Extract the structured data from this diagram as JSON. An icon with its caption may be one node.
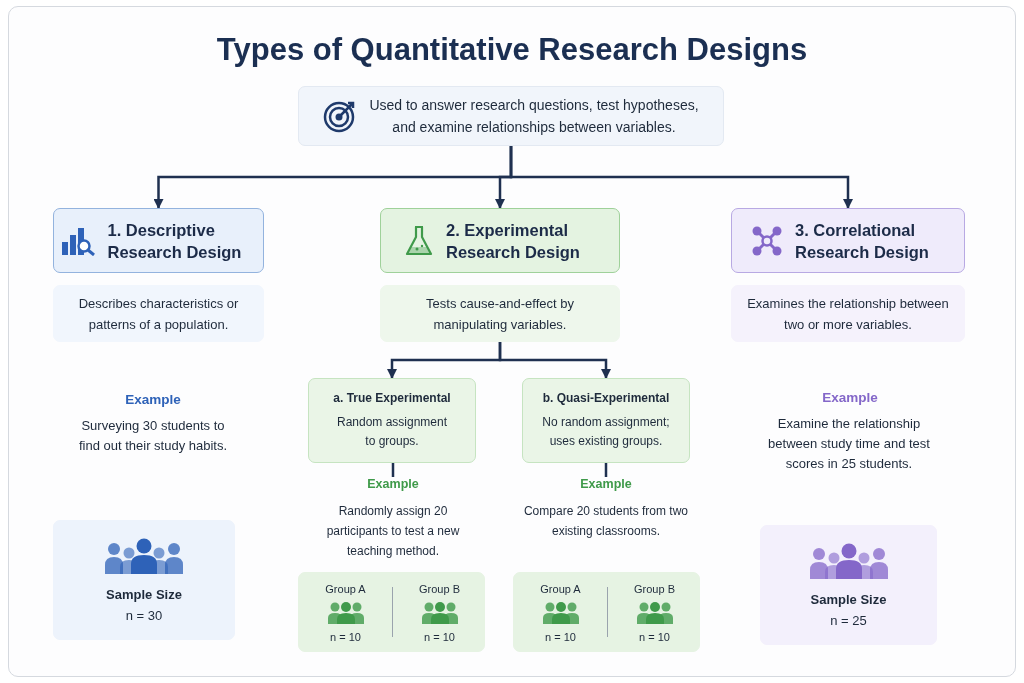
{
  "diagram": {
    "title": "Types of Quantitative Research Designs",
    "nodes": [
      {
        "text": [
          "Used to answer research questions, test hypotheses, and examine relationships between variables."
        ]
      },
      {
        "text": [
          "1. Descriptive Research Design"
        ]
      },
      {
        "text": [
          "Describes characteristics or patterns of a population."
        ]
      },
      {
        "text": [
          "2. Experimental Research Design"
        ]
      },
      {
        "text": [
          "Tests cause-and-effect by manipulating variables."
        ]
      },
      {
        "text": [
          "3. Correlational Research Design"
        ]
      },
      {
        "text": [
          "Examines the relationship between two or more variables."
        ]
      },
      {
        "text": [
          "a. True Experimental",
          "Random assignment to groups."
        ]
      },
      {
        "text": [
          "b. Quasi-Experimental",
          "No random assignment; uses existing groups."
        ]
      },
      {
        "text": [
          "Example",
          "Randomly assign 20 participants to test a new teaching method."
        ]
      },
      {
        "text": [
          "Example",
          "Compare 20 students from two existing classrooms."
        ]
      },
      {
        "text": [
          "Sample Size",
          "n = 30"
        ]
      },
      {
        "text": [],
        "shape": "box"
      },
      {
        "text": [
          "Group A",
          "n = 10"
        ],
        "in": 12
      },
      {
        "text": [
          "Group B",
          "n = 10"
        ],
        "in": 12
      },
      {
        "text": [],
        "shape": "box"
      },
      {
        "text": [
          "Group A",
          "n = 10"
        ],
        "in": 15
      },
      {
        "text": [
          "Group B",
          "n = 10"
        ],
        "in": 15
      },
      {
        "text": [
          "Sample Size",
          "n = 25"
        ]
      }
    ],
    "edges": [
      {
        "from": 0,
        "to": 1,
        "arrow": "to"
      },
      {
        "from": 0,
        "to": 3,
        "arrow": "to"
      },
      {
        "from": 0,
        "to": 5,
        "arrow": "to"
      },
      {
        "from": 4,
        "to": 7,
        "arrow": "to"
      },
      {
        "from": 4,
        "to": 8,
        "arrow": "to"
      },
      {
        "from": 7,
        "to": 9,
        "arrow": "none"
      },
      {
        "from": 8,
        "to": 10,
        "arrow": "none"
      }
    ],
    "labels": [
      "Example",
      "Example",
      "Surveying 30 students to find out their study habits.",
      "Examine the relationship between study time and test scores in 25 students."
    ]
  }
}
